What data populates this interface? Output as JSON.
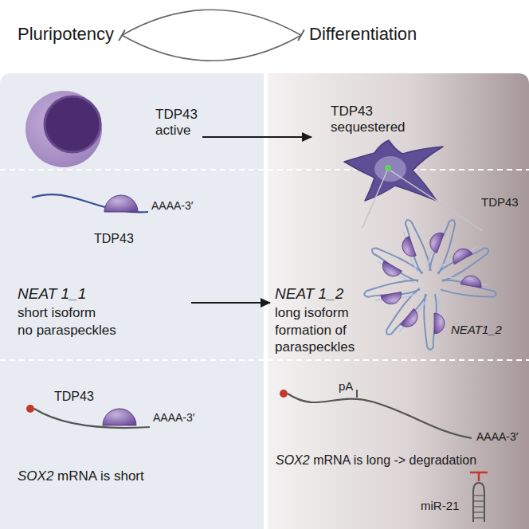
{
  "diagram": {
    "nodes": [
      {
        "text": [
          "Pluripotency"
        ]
      },
      {
        "text": [
          "Differentiation"
        ]
      },
      {
        "text": [
          "TDP43 active"
        ]
      },
      {
        "text": [
          "TDP43 sequestered"
        ]
      },
      {
        "text": [
          "NEAT 1_1",
          "short isoform",
          "no paraspeckles"
        ]
      },
      {
        "text": [
          "NEAT 1_2",
          "long isoform",
          "formation of paraspeckles"
        ]
      }
    ],
    "edges": [
      {
        "from": 0,
        "to": 1,
        "arrow": "to"
      },
      {
        "from": 1,
        "to": 0,
        "arrow": "to"
      },
      {
        "from": 2,
        "to": 3,
        "arrow": "to"
      },
      {
        "from": 4,
        "to": 5,
        "arrow": "to"
      }
    ],
    "labels": [
      "TDP43",
      "AAAA-3′",
      "TDP43",
      "NEAT1_2",
      "TDP43",
      "AAAA-3′",
      "SOX2 mRNA is short",
      "pA",
      "AAAA-3′",
      "SOX2 mRNA is long -> degradation",
      "miR-21"
    ]
  }
}
